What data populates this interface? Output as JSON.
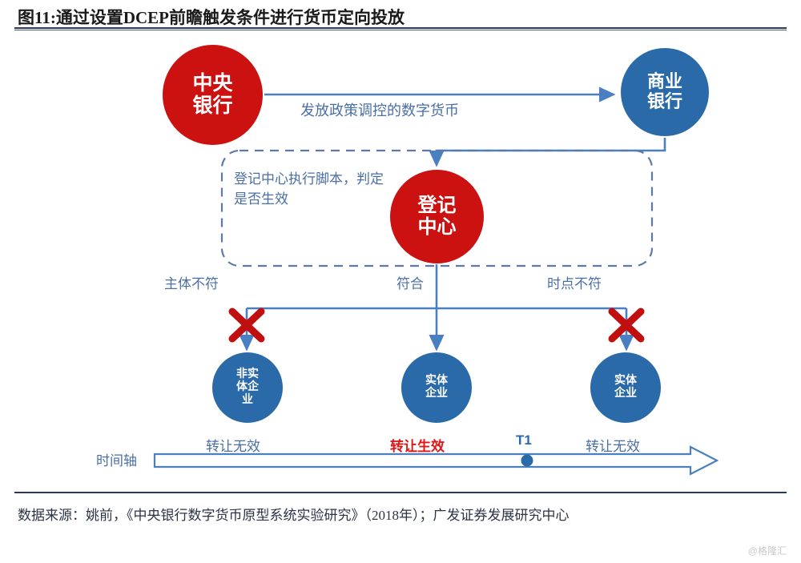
{
  "figure": {
    "title": "图11:通过设置DCEP前瞻触发条件进行货币定向投放",
    "source": "数据来源：姚前，《中央银行数字货币原型系统实验研究》（2018年）；广发证券发展研究中心",
    "watermark": "@格隆汇"
  },
  "colors": {
    "red": "#cc1111",
    "blue": "#2a6aa8",
    "line_blue": "#4a7fc1",
    "label_blue": "#4a6fa5",
    "red_text": "#e01515",
    "dashed_border": "#5d79a8"
  },
  "nodes": {
    "central_bank": {
      "line1": "中央",
      "line2": "银行"
    },
    "commercial_bank": {
      "line1": "商业",
      "line2": "银行"
    },
    "registration_center": {
      "line1": "登记",
      "line2": "中心"
    },
    "entity_left": {
      "line1": "非实",
      "line2": "体企",
      "line3": "业"
    },
    "entity_middle": {
      "line1": "实体",
      "line2": "企业"
    },
    "entity_right": {
      "line1": "实体",
      "line2": "企业"
    }
  },
  "edges": {
    "issue_label": "发放政策调控的数字货币",
    "script_label": "登记中心执行脚本，判定是否生效",
    "branch_left": "主体不符",
    "branch_middle": "符合",
    "branch_right": "时点不符"
  },
  "timeline": {
    "axis_label": "时间轴",
    "segment_1": "转让无效",
    "segment_2": "转让生效",
    "marker": "T1",
    "segment_3": "转让无效"
  }
}
